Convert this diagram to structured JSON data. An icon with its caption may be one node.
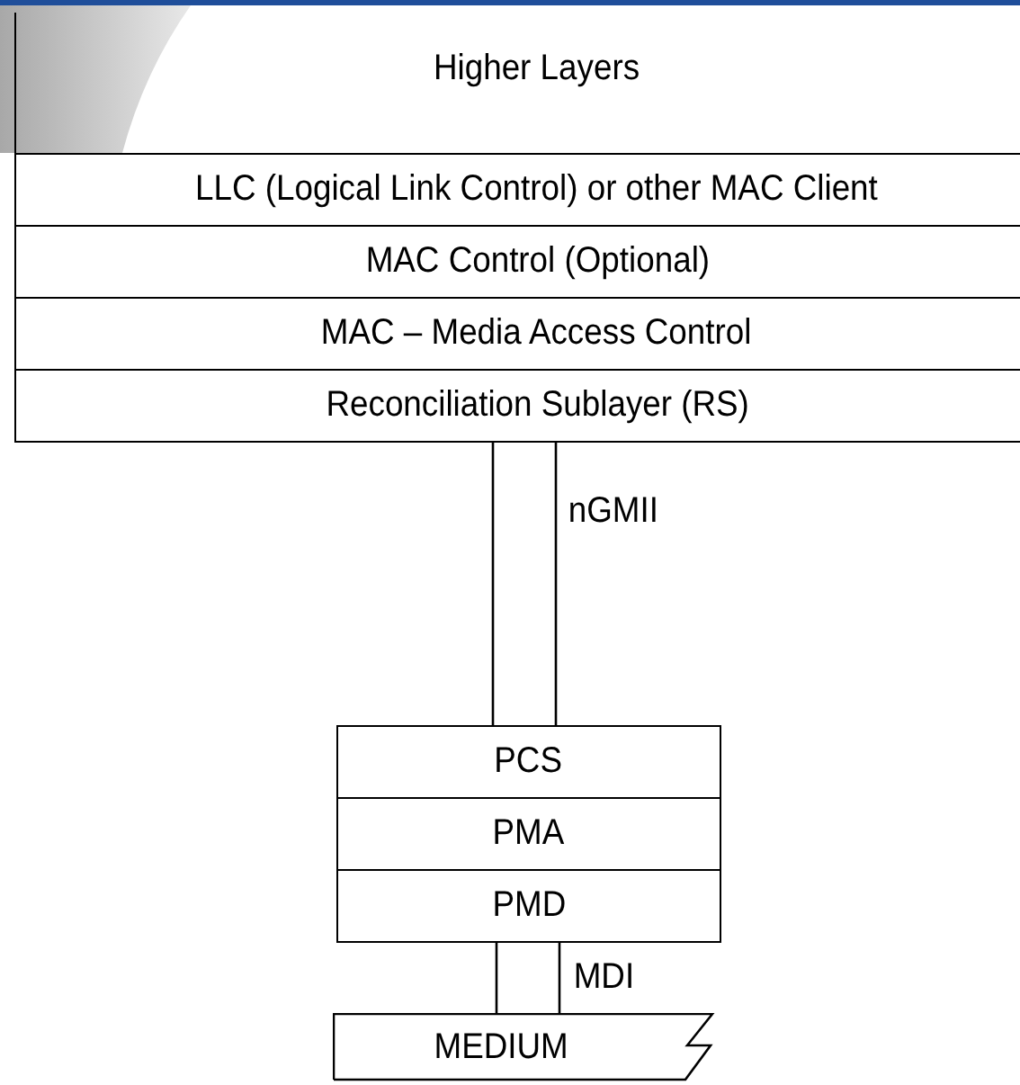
{
  "diagram": {
    "nodes": [
      {
        "text": [
          "Higher Layers"
        ]
      },
      {
        "text": [
          "LLC (Logical Link Control) or other MAC Client"
        ]
      },
      {
        "text": [
          "MAC Control (Optional)"
        ]
      },
      {
        "text": [
          "MAC – Media Access Control"
        ]
      },
      {
        "text": [
          "Reconciliation Sublayer (RS)"
        ]
      },
      {
        "text": [
          "PCS"
        ]
      },
      {
        "text": [
          "PMA"
        ]
      },
      {
        "text": [
          "PMD"
        ]
      },
      {
        "text": [
          "MEDIUM"
        ]
      }
    ],
    "edges": [
      {
        "from": 4,
        "to": 5,
        "arrow": "none",
        "label": "nGMII"
      },
      {
        "from": 7,
        "to": 8,
        "arrow": "none",
        "label": "MDI"
      }
    ]
  }
}
